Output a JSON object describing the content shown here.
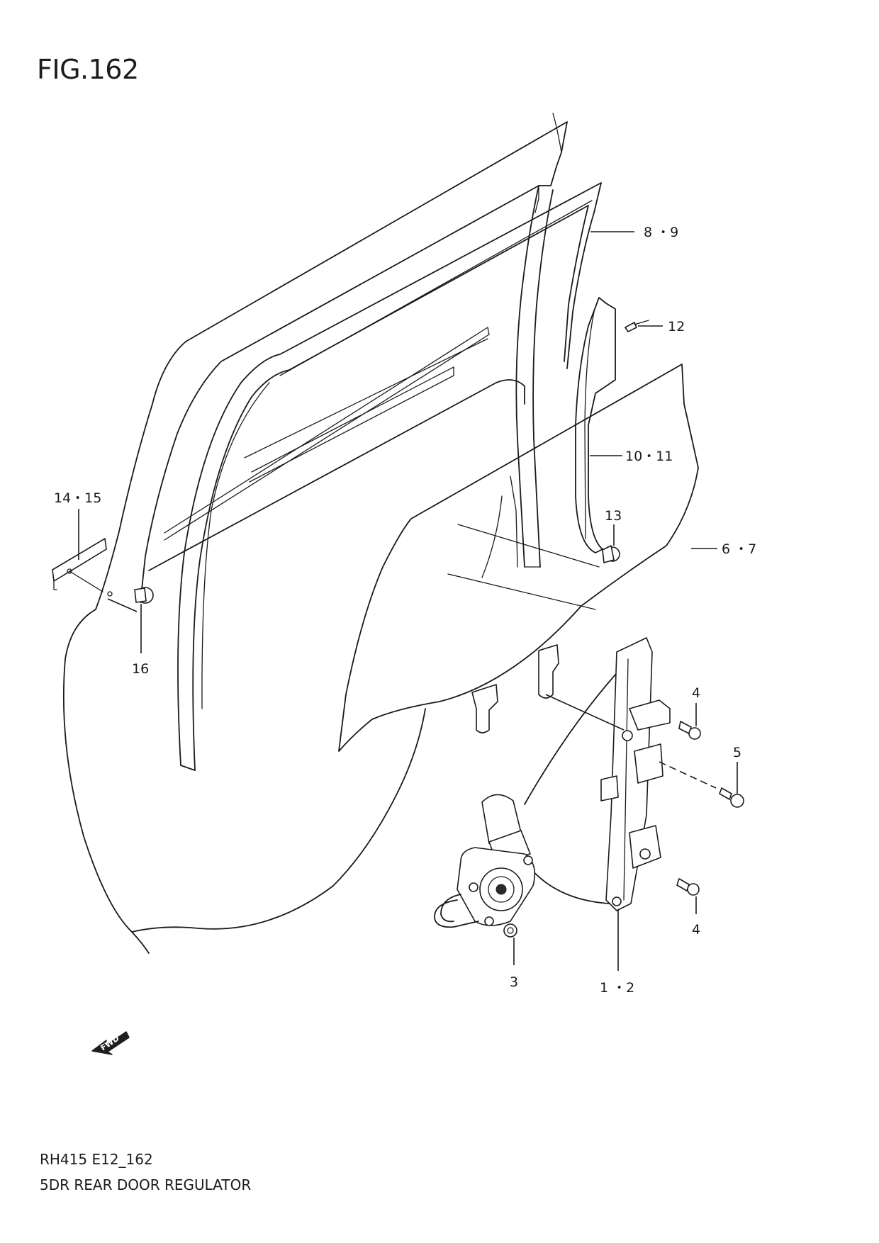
{
  "figure": {
    "title": "FIG.162",
    "code": "RH415 E12_162",
    "description": "5DR REAR DOOR REGULATOR",
    "direction_badge": "FWD"
  },
  "callouts": {
    "c_8_9": "8 ・9",
    "c_12": "12",
    "c_10_11": "10・11",
    "c_13": "13",
    "c_6_7": "6 ・7",
    "c_14_15": "14・15",
    "c_16": "16",
    "c_4_top": "4",
    "c_5": "5",
    "c_4_bottom": "4",
    "c_3": "3",
    "c_1_2": "1 ・2"
  }
}
